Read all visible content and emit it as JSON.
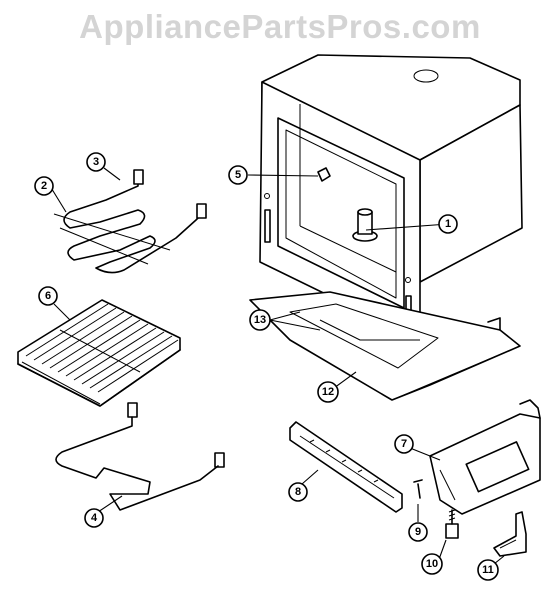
{
  "watermark": "AppliancePartsPros.com",
  "callouts": [
    {
      "id": "1",
      "label": "1"
    },
    {
      "id": "2",
      "label": "2"
    },
    {
      "id": "3",
      "label": "3"
    },
    {
      "id": "4",
      "label": "4"
    },
    {
      "id": "5",
      "label": "5"
    },
    {
      "id": "6",
      "label": "6"
    },
    {
      "id": "7",
      "label": "7"
    },
    {
      "id": "8",
      "label": "8"
    },
    {
      "id": "9",
      "label": "9"
    },
    {
      "id": "10",
      "label": "10"
    },
    {
      "id": "11",
      "label": "11"
    },
    {
      "id": "12",
      "label": "12"
    },
    {
      "id": "13",
      "label": "13"
    }
  ]
}
